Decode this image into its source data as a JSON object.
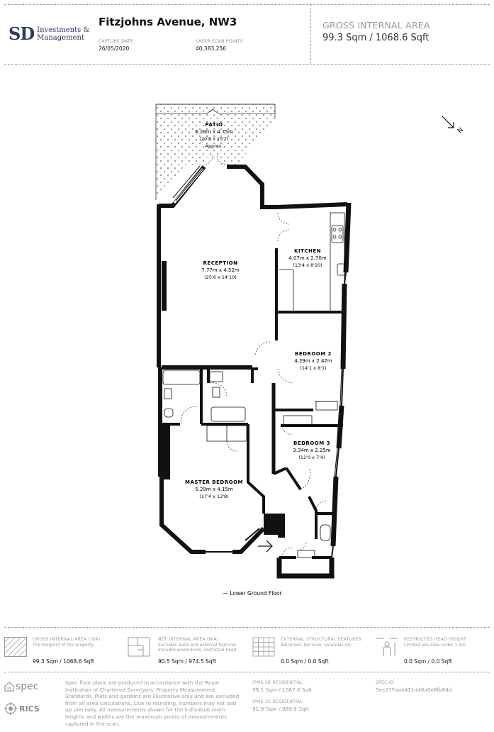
{
  "header": {
    "logo_mark": "SD",
    "logo_line1": "Investments &",
    "logo_line2": "Management",
    "address": "Fitzjohns Avenue, NW3",
    "capture_date_label": "CAPTURE DATE",
    "capture_date": "26/05/2020",
    "scan_points_label": "LASER SCAN POINTS",
    "scan_points": "40,383,256",
    "gia_label": "GROSS INTERNAL AREA",
    "gia_value": "99.3 Sqm / 1068.6 Sqft"
  },
  "compass": {
    "label": "N"
  },
  "floorplan": {
    "rooms": [
      {
        "name": "PATIO",
        "dims": "6.29m x 4.75m",
        "imperial": "(20'8 x 15'7)",
        "note": "Approx."
      },
      {
        "name": "RECEPTION",
        "dims": "7.77m x 4.52m",
        "imperial": "(25'6 x 14'10)"
      },
      {
        "name": "KITCHEN",
        "dims": "4.07m x 2.70m",
        "imperial": "(13'4 x 8'10)"
      },
      {
        "name": "BEDROOM 2",
        "dims": "4.29m x 2.47m",
        "imperial": "(14'1 x 8'1)"
      },
      {
        "name": "BEDROOM 3",
        "dims": "3.34m x 2.25m",
        "imperial": "(11'0 x 7'4)"
      },
      {
        "name": "MASTER BEDROOM",
        "dims": "5.29m x 4.15m",
        "imperial": "(17'4 x 13'8)"
      }
    ],
    "floor_label": "— Lower Ground Floor"
  },
  "key": [
    {
      "title": "GROSS INTERNAL AREA (GIA)",
      "desc": [
        "The footprint of the property."
      ],
      "value": "99.3 Sqm / 1068.6 Sqft",
      "icon": "gia-hatch-icon"
    },
    {
      "title": "NET INTERNAL AREA (NIA)",
      "desc": [
        "Excludes walls and external features.",
        "Includes washrooms, restricted head"
      ],
      "value": "90.5 Sqm / 974.5 Sqft",
      "icon": "nia-plan-icon"
    },
    {
      "title": "EXTERNAL STRUCTURAL FEATURES",
      "desc": [
        "Balconies, terraces, verandas etc."
      ],
      "value": "0.0 Sqm / 0.0 Sqft",
      "icon": "grid-icon"
    },
    {
      "title": "RESTRICTED HEAD HEIGHT",
      "desc": [
        "Limited use area under 1.5m"
      ],
      "value": "0.0 Sqm / 0.0 Sqft",
      "icon": "head-height-icon"
    }
  ],
  "footer": {
    "spec_logo": "spec",
    "rics_logo": "RICS",
    "disclaimer": [
      "Spec floor plans are produced in accordance with the Royal",
      "Institution of Chartered Surveyors' Property Measurement",
      "Standards. Plots and gardens are illustrative only and are excluded",
      "from all area calculations. Due to rounding, numbers may not add",
      "up precisely. All measurements shown for the individual room",
      "lengths and widths are the maximum points of measurements",
      "captured in the scan."
    ],
    "ipms3b_label": "IPMS 3B RESIDENTIAL",
    "ipms3b_value": "99.1 Sqm / 1067.0 Sqft",
    "ipms3c_label": "IPMS 3C RESIDENTIAL",
    "ipms3c_value": "91.9 Sqm / 989.6 Sqft",
    "spec_id_label": "SPEC ID",
    "spec_id_value": "5ec277aae411d40a0e8fb64d"
  }
}
